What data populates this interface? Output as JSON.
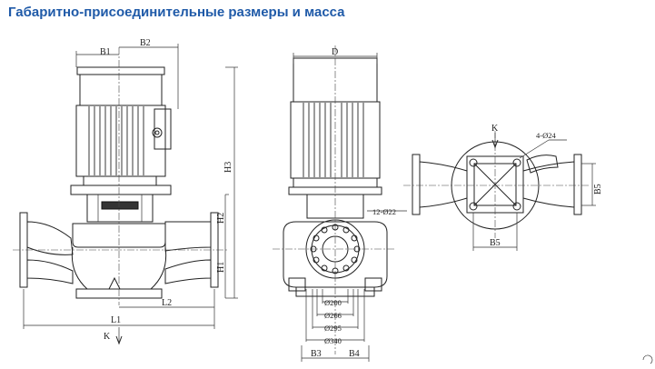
{
  "header": {
    "title": "Габаритно-присоединительные размеры и масса"
  },
  "views": {
    "side": {
      "labels": {
        "b1": "B1",
        "b2": "B2",
        "h3": "H3",
        "h2": "H2",
        "h1": "H1",
        "l1": "L1",
        "l2": "L2",
        "k": "K"
      }
    },
    "front": {
      "labels": {
        "d": "D",
        "holes": "12-Ø22",
        "d200": "Ø200",
        "d266": "Ø266",
        "d295": "Ø295",
        "d340": "Ø340",
        "b3": "B3",
        "b4": "B4"
      }
    },
    "top": {
      "labels": {
        "k": "K",
        "holes": "4-Ø24",
        "b5v": "B5",
        "b5h": "B5"
      }
    }
  },
  "colors": {
    "title": "#1f5aa8",
    "lines": "#222222"
  }
}
